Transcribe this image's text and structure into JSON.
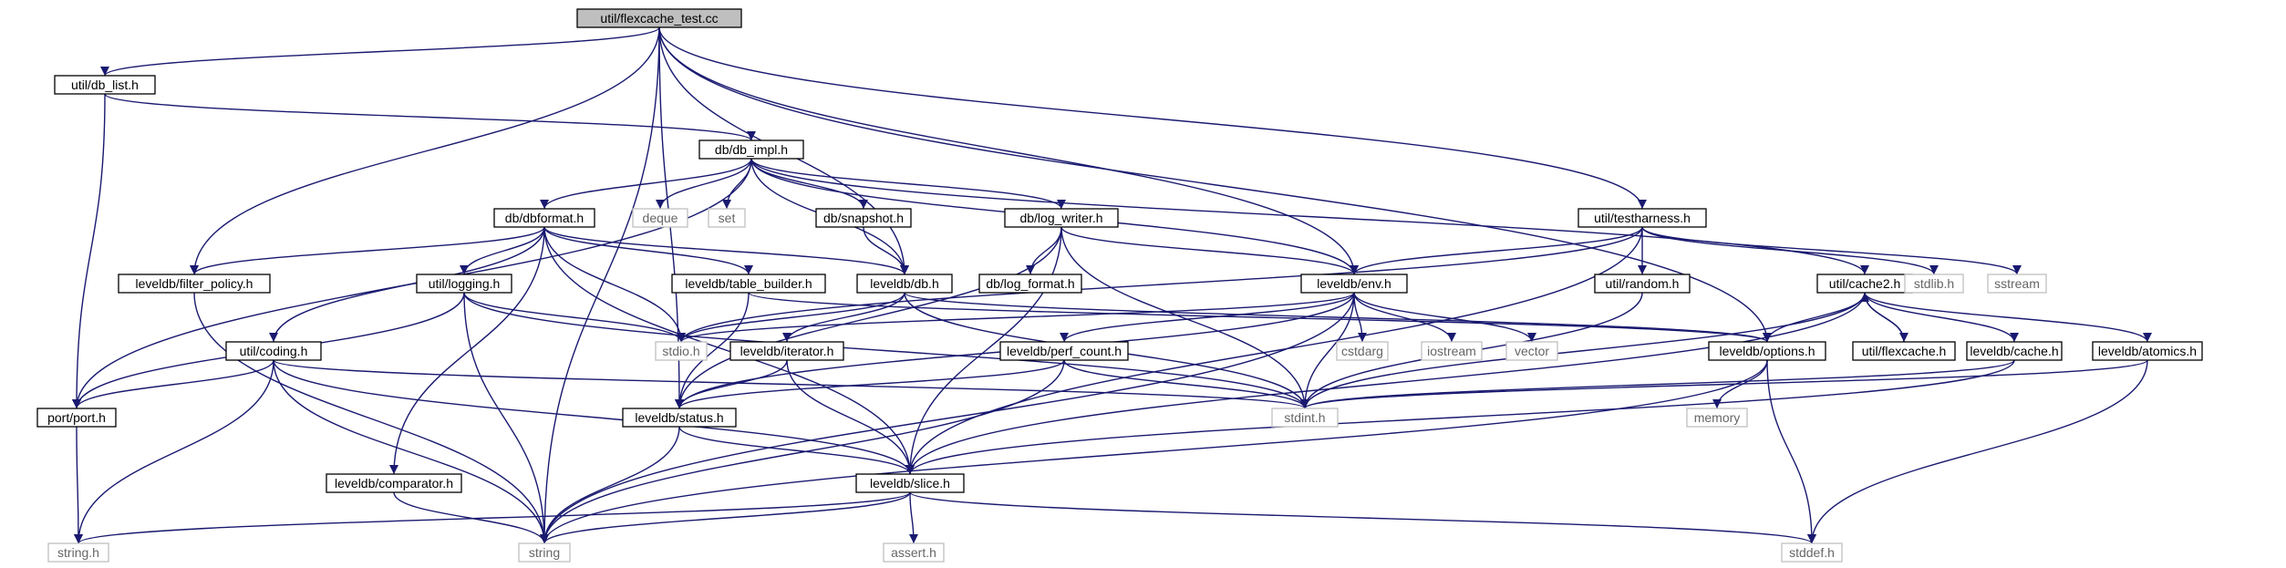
{
  "diagram": {
    "nodes": [
      {
        "id": "n_root",
        "label": "util/flexcache_test.cc",
        "kind": "root"
      },
      {
        "id": "n_dblist",
        "label": "util/db_list.h",
        "kind": "file"
      },
      {
        "id": "n_dbimpl",
        "label": "db/db_impl.h",
        "kind": "file"
      },
      {
        "id": "n_testharness",
        "label": "util/testharness.h",
        "kind": "file"
      },
      {
        "id": "n_dbformat",
        "label": "db/dbformat.h",
        "kind": "file"
      },
      {
        "id": "n_deque",
        "label": "deque",
        "kind": "system"
      },
      {
        "id": "n_set",
        "label": "set",
        "kind": "system"
      },
      {
        "id": "n_snapshot",
        "label": "db/snapshot.h",
        "kind": "file"
      },
      {
        "id": "n_logwriter",
        "label": "db/log_writer.h",
        "kind": "file"
      },
      {
        "id": "n_filterpolicy",
        "label": "leveldb/filter_policy.h",
        "kind": "file"
      },
      {
        "id": "n_logging",
        "label": "util/logging.h",
        "kind": "file"
      },
      {
        "id": "n_tablebuilder",
        "label": "leveldb/table_builder.h",
        "kind": "file"
      },
      {
        "id": "n_db",
        "label": "leveldb/db.h",
        "kind": "file"
      },
      {
        "id": "n_logformat",
        "label": "db/log_format.h",
        "kind": "file"
      },
      {
        "id": "n_env",
        "label": "leveldb/env.h",
        "kind": "file"
      },
      {
        "id": "n_random",
        "label": "util/random.h",
        "kind": "file"
      },
      {
        "id": "n_cache2",
        "label": "util/cache2.h",
        "kind": "file"
      },
      {
        "id": "n_stdlib",
        "label": "stdlib.h",
        "kind": "system"
      },
      {
        "id": "n_sstream",
        "label": "sstream",
        "kind": "system"
      },
      {
        "id": "n_coding",
        "label": "util/coding.h",
        "kind": "file"
      },
      {
        "id": "n_stdio",
        "label": "stdio.h",
        "kind": "system"
      },
      {
        "id": "n_iterator",
        "label": "leveldb/iterator.h",
        "kind": "file"
      },
      {
        "id": "n_perfcount",
        "label": "leveldb/perf_count.h",
        "kind": "file"
      },
      {
        "id": "n_cstdarg",
        "label": "cstdarg",
        "kind": "system"
      },
      {
        "id": "n_iostream",
        "label": "iostream",
        "kind": "system"
      },
      {
        "id": "n_vector",
        "label": "vector",
        "kind": "system"
      },
      {
        "id": "n_options",
        "label": "leveldb/options.h",
        "kind": "file"
      },
      {
        "id": "n_flexcache",
        "label": "util/flexcache.h",
        "kind": "file"
      },
      {
        "id": "n_cache",
        "label": "leveldb/cache.h",
        "kind": "file"
      },
      {
        "id": "n_atomics",
        "label": "leveldb/atomics.h",
        "kind": "file"
      },
      {
        "id": "n_port",
        "label": "port/port.h",
        "kind": "file"
      },
      {
        "id": "n_status",
        "label": "leveldb/status.h",
        "kind": "file"
      },
      {
        "id": "n_stdint",
        "label": "stdint.h",
        "kind": "system"
      },
      {
        "id": "n_memory",
        "label": "memory",
        "kind": "system"
      },
      {
        "id": "n_comparator",
        "label": "leveldb/comparator.h",
        "kind": "file"
      },
      {
        "id": "n_slice",
        "label": "leveldb/slice.h",
        "kind": "file"
      },
      {
        "id": "n_stringh",
        "label": "string.h",
        "kind": "system"
      },
      {
        "id": "n_string",
        "label": "string",
        "kind": "system"
      },
      {
        "id": "n_assert",
        "label": "assert.h",
        "kind": "system"
      },
      {
        "id": "n_stddef",
        "label": "stddef.h",
        "kind": "system"
      }
    ],
    "edges": [
      [
        "n_root",
        "n_dblist"
      ],
      [
        "n_root",
        "n_filterpolicy"
      ],
      [
        "n_root",
        "n_status"
      ],
      [
        "n_root",
        "n_string"
      ],
      [
        "n_root",
        "n_db"
      ],
      [
        "n_root",
        "n_env"
      ],
      [
        "n_root",
        "n_options"
      ],
      [
        "n_root",
        "n_testharness"
      ],
      [
        "n_dblist",
        "n_port"
      ],
      [
        "n_dblist",
        "n_dbimpl"
      ],
      [
        "n_dbimpl",
        "n_dbformat"
      ],
      [
        "n_dbimpl",
        "n_deque"
      ],
      [
        "n_dbimpl",
        "n_set"
      ],
      [
        "n_dbimpl",
        "n_snapshot"
      ],
      [
        "n_dbimpl",
        "n_logwriter"
      ],
      [
        "n_dbimpl",
        "n_db"
      ],
      [
        "n_dbimpl",
        "n_env"
      ],
      [
        "n_dbimpl",
        "n_port"
      ],
      [
        "n_dbimpl",
        "n_cache2"
      ],
      [
        "n_dbformat",
        "n_filterpolicy"
      ],
      [
        "n_dbformat",
        "n_logging"
      ],
      [
        "n_dbformat",
        "n_tablebuilder"
      ],
      [
        "n_dbformat",
        "n_db"
      ],
      [
        "n_dbformat",
        "n_coding"
      ],
      [
        "n_dbformat",
        "n_stdio"
      ],
      [
        "n_dbformat",
        "n_comparator"
      ],
      [
        "n_dbformat",
        "n_slice"
      ],
      [
        "n_snapshot",
        "n_db"
      ],
      [
        "n_logwriter",
        "n_logformat"
      ],
      [
        "n_logwriter",
        "n_env"
      ],
      [
        "n_logwriter",
        "n_status"
      ],
      [
        "n_logwriter",
        "n_slice"
      ],
      [
        "n_logwriter",
        "n_stdint"
      ],
      [
        "n_filterpolicy",
        "n_string"
      ],
      [
        "n_logging",
        "n_stdio"
      ],
      [
        "n_logging",
        "n_port"
      ],
      [
        "n_logging",
        "n_string"
      ],
      [
        "n_logging",
        "n_stdint"
      ],
      [
        "n_tablebuilder",
        "n_options"
      ],
      [
        "n_tablebuilder",
        "n_status"
      ],
      [
        "n_db",
        "n_stdio"
      ],
      [
        "n_db",
        "n_iterator"
      ],
      [
        "n_db",
        "n_options"
      ],
      [
        "n_db",
        "n_stdint"
      ],
      [
        "n_env",
        "n_stdio"
      ],
      [
        "n_env",
        "n_perfcount"
      ],
      [
        "n_env",
        "n_cstdarg"
      ],
      [
        "n_env",
        "n_iostream"
      ],
      [
        "n_env",
        "n_vector"
      ],
      [
        "n_env",
        "n_stdint"
      ],
      [
        "n_env",
        "n_status"
      ],
      [
        "n_env",
        "n_string"
      ],
      [
        "n_testharness",
        "n_stdio"
      ],
      [
        "n_testharness",
        "n_env"
      ],
      [
        "n_testharness",
        "n_random"
      ],
      [
        "n_testharness",
        "n_stdlib"
      ],
      [
        "n_testharness",
        "n_sstream"
      ],
      [
        "n_testharness",
        "n_slice"
      ],
      [
        "n_random",
        "n_stdint"
      ],
      [
        "n_cache2",
        "n_options"
      ],
      [
        "n_cache2",
        "n_flexcache"
      ],
      [
        "n_cache2",
        "n_cache"
      ],
      [
        "n_cache2",
        "n_atomics"
      ],
      [
        "n_cache2",
        "n_stdint"
      ],
      [
        "n_cache2",
        "n_slice"
      ],
      [
        "n_flexcache",
        "n_cache2"
      ],
      [
        "n_coding",
        "n_port"
      ],
      [
        "n_coding",
        "n_stringh"
      ],
      [
        "n_coding",
        "n_string"
      ],
      [
        "n_coding",
        "n_slice"
      ],
      [
        "n_coding",
        "n_stdint"
      ],
      [
        "n_iterator",
        "n_slice"
      ],
      [
        "n_iterator",
        "n_status"
      ],
      [
        "n_perfcount",
        "n_status"
      ],
      [
        "n_perfcount",
        "n_stdint"
      ],
      [
        "n_perfcount",
        "n_string"
      ],
      [
        "n_options",
        "n_memory"
      ],
      [
        "n_options",
        "n_stddef"
      ],
      [
        "n_options",
        "n_string"
      ],
      [
        "n_cache",
        "n_slice"
      ],
      [
        "n_cache",
        "n_stdint"
      ],
      [
        "n_atomics",
        "n_stddef"
      ],
      [
        "n_atomics",
        "n_stdint"
      ],
      [
        "n_port",
        "n_stringh"
      ],
      [
        "n_status",
        "n_slice"
      ],
      [
        "n_status",
        "n_string"
      ],
      [
        "n_comparator",
        "n_string"
      ],
      [
        "n_slice",
        "n_stringh"
      ],
      [
        "n_slice",
        "n_string"
      ],
      [
        "n_slice",
        "n_assert"
      ],
      [
        "n_slice",
        "n_stddef"
      ]
    ]
  }
}
